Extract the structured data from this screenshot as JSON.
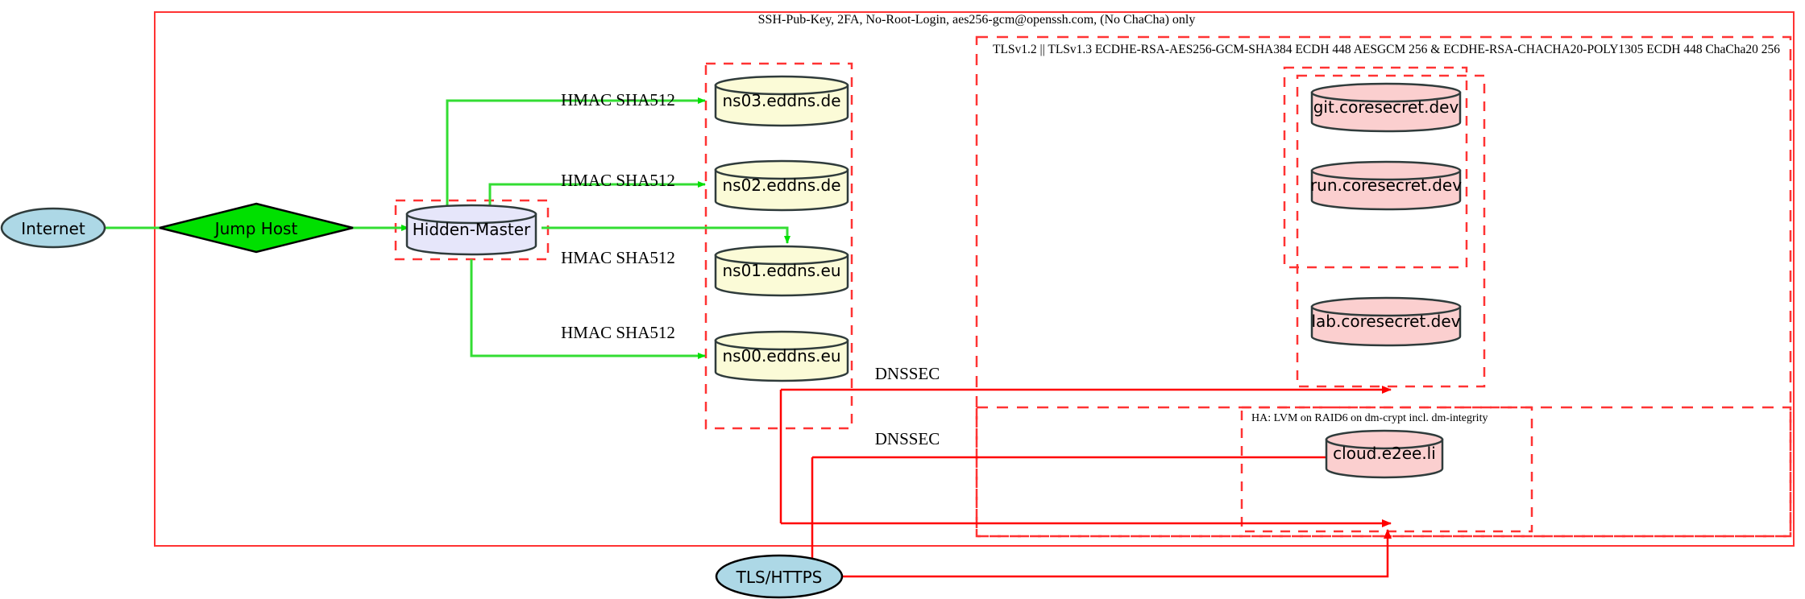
{
  "diagram": {
    "title_top": "SSH-Pub-Key, 2FA, No-Root-Login, aes256-gcm@openssh.com, (No ChaCha) only",
    "tls_policy": "TLSv1.2 || TLSv1.3 ECDHE-RSA-AES256-GCM-SHA384 ECDH 448 AESGCM 256 & ECDHE-RSA-CHACHA20-POLY1305 ECDH 448 ChaCha20 256",
    "ha_policy": "HA: LVM on RAID6 on dm-crypt incl. dm-integrity",
    "colors": {
      "boundary_red": "#ff3333",
      "edge_green": "#33ff33",
      "edge_red": "#ff0000",
      "internet_fill": "#add8e6",
      "jump_host_fill": "#00e000",
      "hidden_master_fill": "#e6e6fa",
      "ns_fill": "#fbfbd7",
      "secret_fill": "#fbcfcf",
      "stroke_dark": "#2f3b3b"
    },
    "nodes": {
      "internet": "Internet",
      "jump_host": "Jump Host",
      "hidden_master": "Hidden-Master",
      "ns03": "ns03.eddns.de",
      "ns02": "ns02.eddns.de",
      "ns01": "ns01.eddns.eu",
      "ns00": "ns00.eddns.eu",
      "git": "git.coresecret.dev",
      "run": "run.coresecret.dev",
      "lab": "lab.coresecret.dev",
      "cloud": "cloud.e2ee.li",
      "tls_https": "TLS/HTTPS"
    },
    "edge_labels": {
      "hmac_ns03": "HMAC SHA512",
      "hmac_ns02": "HMAC SHA512",
      "hmac_ns01": "HMAC SHA512",
      "hmac_ns00": "HMAC SHA512",
      "dnssec_upper": "DNSSEC",
      "dnssec_lower": "DNSSEC"
    }
  }
}
